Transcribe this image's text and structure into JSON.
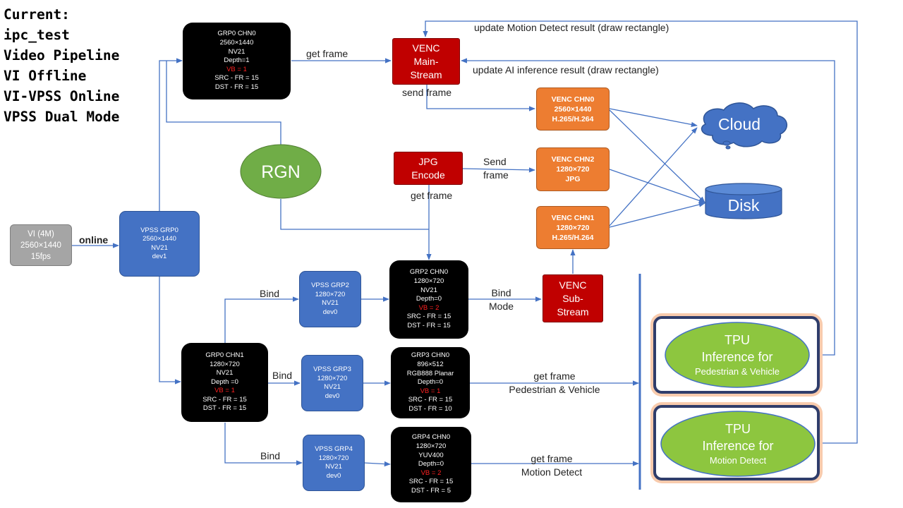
{
  "title_lines": [
    "Current:",
    "ipc_test",
    "Video Pipeline",
    "VI Offline",
    "VI-VPSS Online",
    "VPSS Dual Mode"
  ],
  "vi": {
    "lines": [
      "VI (4M)",
      "2560×1440",
      "15fps"
    ]
  },
  "vpss_grp0": {
    "lines": [
      "VPSS GRP0",
      "2560×1440",
      "NV21",
      "dev1"
    ]
  },
  "grp0_chn0": {
    "lines": [
      "GRP0 CHN0",
      "2560×1440",
      "NV21",
      "Depth=1"
    ],
    "vb": "VB = 1",
    "fr": [
      "SRC - FR = 15",
      "DST - FR = 15"
    ]
  },
  "grp0_chn1": {
    "lines": [
      "GRP0 CHN1",
      "1280×720",
      "NV21",
      "Depth =0"
    ],
    "vb": "VB = 1",
    "fr": [
      "SRC - FR = 15",
      "DST - FR = 15"
    ]
  },
  "vpss_grp2": {
    "lines": [
      "VPSS GRP2",
      "1280×720",
      "NV21",
      "dev0"
    ]
  },
  "vpss_grp3": {
    "lines": [
      "VPSS GRP3",
      "1280×720",
      "NV21",
      "dev0"
    ]
  },
  "vpss_grp4": {
    "lines": [
      "VPSS GRP4",
      "1280×720",
      "NV21",
      "dev0"
    ]
  },
  "grp2_chn0": {
    "lines": [
      "GRP2 CHN0",
      "1280×720",
      "NV21",
      "Depth=0"
    ],
    "vb": "VB = 2",
    "fr": [
      "SRC - FR = 15",
      "DST - FR = 15"
    ]
  },
  "grp3_chn0": {
    "lines": [
      "GRP3 CHN0",
      "896×512",
      "RGB888 Planar",
      "Depth=0"
    ],
    "vb": "VB = 1",
    "fr": [
      "SRC - FR = 15",
      "DST - FR = 10"
    ]
  },
  "grp4_chn0": {
    "lines": [
      "GRP4 CHN0",
      "1280×720",
      "YUV400",
      "Depth=0"
    ],
    "vb": "VB = 2",
    "fr": [
      "SRC - FR = 15",
      "DST - FR = 5"
    ]
  },
  "venc_main": {
    "lines": [
      "VENC",
      "Main-",
      "Stream"
    ]
  },
  "venc_sub": {
    "lines": [
      "VENC",
      "Sub-",
      "Stream"
    ]
  },
  "jpg_encode": {
    "lines": [
      "JPG",
      "Encode"
    ]
  },
  "venc_chn0": {
    "lines": [
      "VENC CHN0",
      "2560×1440",
      "H.265/H.264"
    ]
  },
  "venc_chn2": {
    "lines": [
      "VENC CHN2",
      "1280×720",
      "JPG"
    ]
  },
  "venc_chn1": {
    "lines": [
      "VENC CHN1",
      "1280×720",
      "H.265/H.264"
    ]
  },
  "rgn": "RGN",
  "cloud": "Cloud",
  "disk": "Disk",
  "tpu_ped": {
    "lines": [
      "TPU",
      "Inference for"
    ],
    "sub": "Pedestrian & Vehicle"
  },
  "tpu_motion": {
    "lines": [
      "TPU",
      "Inference for"
    ],
    "sub": "Motion Detect"
  },
  "labels": {
    "online": "online",
    "get_frame_main": "get frame",
    "send_frame": "send frame",
    "send_frame_jpg": [
      "Send",
      "frame"
    ],
    "get_frame_jpg": "get frame",
    "update_motion": "update Motion Detect result (draw rectangle)",
    "update_ai": "update AI inference result (draw rectangle)",
    "bind_grp2": "Bind",
    "bind_grp3": "Bind",
    "bind_grp4": "Bind",
    "bind_mode": [
      "Bind",
      "Mode"
    ],
    "get_frame_ped": [
      "get frame",
      "Pedestrian & Vehicle"
    ],
    "get_frame_motion": [
      "get frame",
      "Motion Detect"
    ]
  },
  "colors": {
    "wire": "#4472c4",
    "black_node": "#000000",
    "blue_node": "#4472c4",
    "red_node": "#c00000",
    "orange_node": "#ed7d31",
    "green_node": "#70ad47",
    "tpu_green": "#8dc63f",
    "vb_text": "#ff2020"
  }
}
